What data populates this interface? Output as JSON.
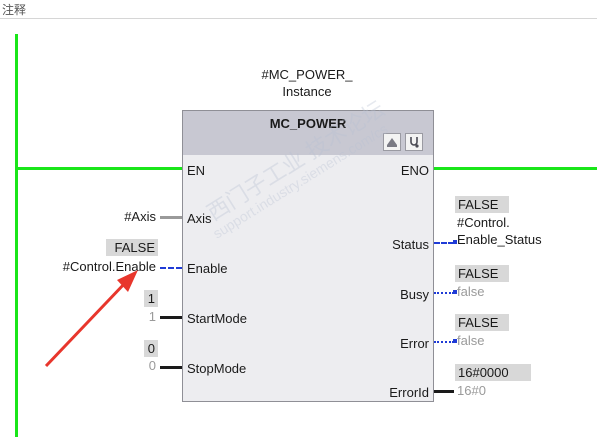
{
  "comment_label": "注释",
  "instance": {
    "line1": "#MC_POWER_",
    "line2": "Instance"
  },
  "block": {
    "title": "MC_POWER"
  },
  "inputs": {
    "en": "EN",
    "axis": {
      "pin": "Axis",
      "operand": "#Axis"
    },
    "enable": {
      "pin": "Enable",
      "operand": "#Control.Enable",
      "monitor": "FALSE"
    },
    "startmode": {
      "pin": "StartMode",
      "operand": "1",
      "monitor": "1"
    },
    "stopmode": {
      "pin": "StopMode",
      "operand": "0",
      "monitor": "0"
    }
  },
  "outputs": {
    "eno": "ENO",
    "status": {
      "pin": "Status",
      "monitor": "FALSE",
      "operand_line1": "#Control.",
      "operand_line2": "Enable_Status"
    },
    "busy": {
      "pin": "Busy",
      "monitor": "FALSE",
      "operand": "false"
    },
    "error": {
      "pin": "Error",
      "monitor": "FALSE",
      "operand": "false"
    },
    "errorid": {
      "pin": "ErrorId",
      "monitor": "16#0000",
      "operand": "16#0"
    }
  },
  "watermark": {
    "line1": "西门子工业 技术论坛",
    "line2": "support.industry.siemens.com/cs"
  },
  "icons": [
    "block-shield-icon",
    "block-diagnostic-icon",
    "annotation-arrow"
  ],
  "colors": {
    "power_rail": "#19e619",
    "bool_false_wire": "#1f3bd6",
    "arrow": "#e8362c",
    "block_header": "#c8c8d2"
  }
}
